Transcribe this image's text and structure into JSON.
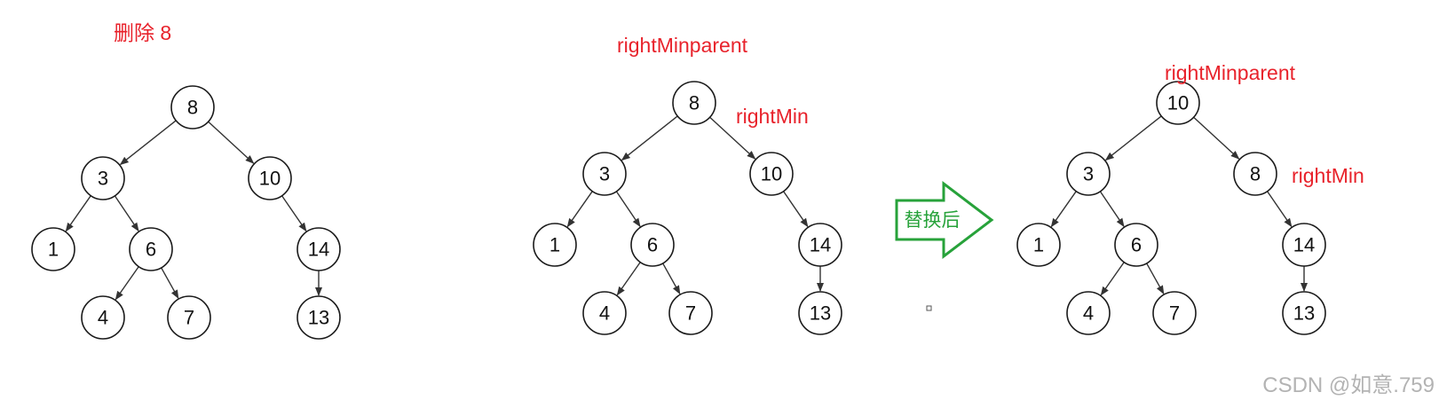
{
  "title": "删除 8",
  "arrow_label": "替换后",
  "watermark": "CSDN @如意.759",
  "colors": {
    "label": "#e8222b",
    "arrow": "#27a23a",
    "node_stroke": "#1a1a1a",
    "watermark": "#b3b3b3"
  },
  "trees": [
    {
      "id": "before",
      "nodes": [
        "8",
        "3",
        "10",
        "1",
        "6",
        "14",
        "4",
        "7",
        "13"
      ],
      "edges": [
        [
          "8",
          "3"
        ],
        [
          "8",
          "10"
        ],
        [
          "3",
          "1"
        ],
        [
          "3",
          "6"
        ],
        [
          "6",
          "4"
        ],
        [
          "6",
          "7"
        ],
        [
          "10",
          "14"
        ],
        [
          "14",
          "13"
        ]
      ],
      "labels": []
    },
    {
      "id": "marked",
      "nodes": [
        "8",
        "3",
        "10",
        "1",
        "6",
        "14",
        "4",
        "7",
        "13"
      ],
      "edges": [
        [
          "8",
          "3"
        ],
        [
          "8",
          "10"
        ],
        [
          "3",
          "1"
        ],
        [
          "3",
          "6"
        ],
        [
          "6",
          "4"
        ],
        [
          "6",
          "7"
        ],
        [
          "10",
          "14"
        ],
        [
          "14",
          "13"
        ]
      ],
      "labels": [
        {
          "text": "rightMinparent",
          "target": "8"
        },
        {
          "text": "rightMin",
          "target": "10"
        }
      ]
    },
    {
      "id": "after",
      "nodes": [
        "10",
        "3",
        "8",
        "1",
        "6",
        "14",
        "4",
        "7",
        "13"
      ],
      "edges": [
        [
          "10",
          "3"
        ],
        [
          "10",
          "8"
        ],
        [
          "3",
          "1"
        ],
        [
          "3",
          "6"
        ],
        [
          "6",
          "4"
        ],
        [
          "6",
          "7"
        ],
        [
          "8",
          "14"
        ],
        [
          "14",
          "13"
        ]
      ],
      "labels": [
        {
          "text": "rightMinparent",
          "target": "10"
        },
        {
          "text": "rightMin",
          "target": "8"
        }
      ]
    }
  ]
}
